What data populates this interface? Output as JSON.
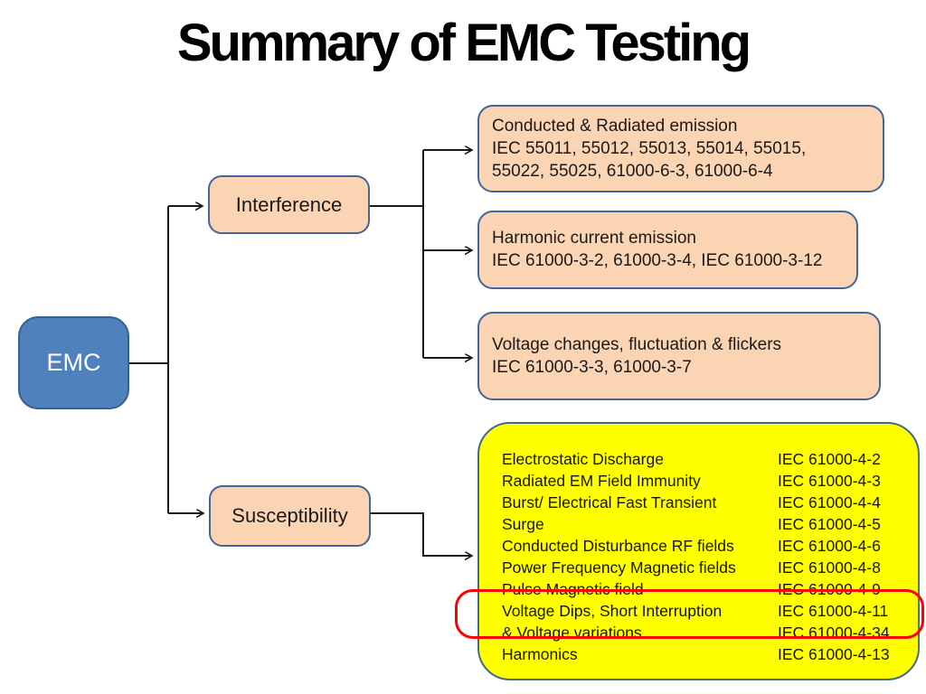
{
  "title": "Summary of EMC Testing",
  "colors": {
    "emc_node_fill": "#4f81bd",
    "emc_node_border": "#39618f",
    "branch_node_fill": "#fbd4b4",
    "branch_node_border": "#43659b",
    "immunity_panel_fill": "#ffff00",
    "highlight_stroke": "#ff0000",
    "connector": "#1a1a1a"
  },
  "nodes": {
    "emc": {
      "label": "EMC"
    },
    "interference": {
      "label": "Interference"
    },
    "susceptibility": {
      "label": "Susceptibility"
    }
  },
  "emission_boxes": [
    {
      "lines": [
        "Conducted & Radiated emission",
        "IEC 55011, 55012, 55013, 55014, 55015,",
        "55022, 55025, 61000-6-3, 61000-6-4"
      ]
    },
    {
      "lines": [
        "Harmonic current emission",
        "IEC 61000-3-2, 61000-3-4, IEC 61000-3-12"
      ]
    },
    {
      "lines": [
        "Voltage changes, fluctuation & flickers",
        "IEC 61000-3-3, 61000-3-7"
      ]
    }
  ],
  "susceptibility_table": {
    "rows": [
      {
        "test": "Electrostatic Discharge",
        "standard": "IEC 61000-4-2",
        "highlighted": false
      },
      {
        "test": "Radiated EM Field Immunity",
        "standard": "IEC 61000-4-3",
        "highlighted": false
      },
      {
        "test": "Burst/ Electrical Fast Transient",
        "standard": "IEC 61000-4-4",
        "highlighted": false
      },
      {
        "test": "Surge",
        "standard": "IEC 61000-4-5",
        "highlighted": false
      },
      {
        "test": "Conducted Disturbance RF fields",
        "standard": "IEC 61000-4-6",
        "highlighted": false
      },
      {
        "test": "Power Frequency Magnetic fields",
        "standard": "IEC 61000-4-8",
        "highlighted": false
      },
      {
        "test": "Pulse Magnetic field",
        "standard": "IEC 61000-4-9",
        "highlighted": false
      },
      {
        "test": "Voltage Dips, Short Interruption",
        "standard": "IEC 61000-4-11",
        "highlighted": true
      },
      {
        "test": "& Voltage variations",
        "standard": "IEC 61000-4-34",
        "highlighted": true
      },
      {
        "test": "Harmonics",
        "standard": "IEC 61000-4-13",
        "highlighted": false
      }
    ]
  }
}
